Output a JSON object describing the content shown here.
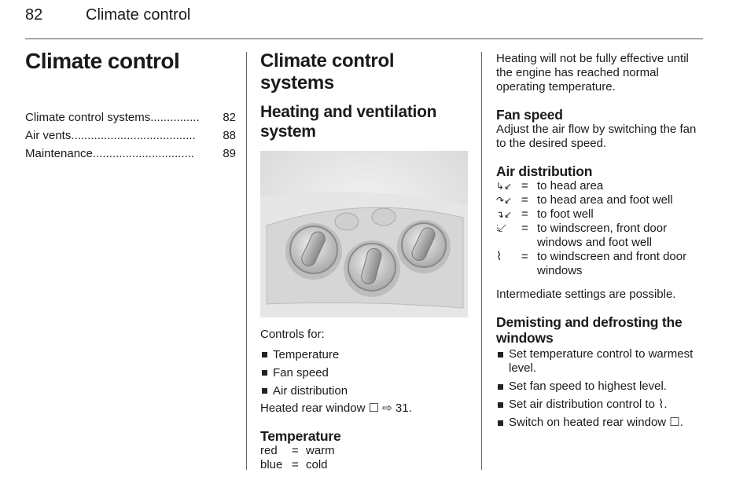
{
  "header": {
    "page_number": "82",
    "section": "Climate control"
  },
  "left": {
    "title": "Climate control",
    "toc": [
      {
        "label": "Climate control systems",
        "page": "82",
        "dots": " ..............."
      },
      {
        "label": "Air vents",
        "page": "88",
        "dots": " ......................................"
      },
      {
        "label": "Maintenance",
        "page": "89",
        "dots": " ..............................."
      }
    ]
  },
  "middle": {
    "title": "Climate control systems",
    "subtitle": "Heating and ventilation system",
    "controls_intro": "Controls for:",
    "controls": [
      "Temperature",
      "Fan speed",
      "Air distribution"
    ],
    "heated_rear": "Heated rear window ☐ ⇨ 31.",
    "temp_heading": "Temperature",
    "temp_rows": [
      {
        "color": "red",
        "eq": "=",
        "meaning": "warm"
      },
      {
        "color": "blue",
        "eq": "=",
        "meaning": "cold"
      }
    ]
  },
  "right": {
    "heating_note": "Heating will not be fully effective until the engine has reached normal operating temperature.",
    "fan_heading": "Fan speed",
    "fan_text": "Adjust the air flow by switching the fan to the desired speed.",
    "air_heading": "Air distribution",
    "air_rows": [
      {
        "icon": "↳↙",
        "eq": "=",
        "text": "to head area"
      },
      {
        "icon": "↷↙",
        "eq": "=",
        "text": "to head area and foot well"
      },
      {
        "icon": "↴↙",
        "eq": "=",
        "text": "to foot well"
      },
      {
        "icon": "⫶↙",
        "eq": "=",
        "text": "to windscreen, front door windows and foot well"
      },
      {
        "icon": "⌇",
        "eq": "=",
        "text": "to windscreen and front door windows"
      }
    ],
    "intermediate": "Intermediate settings are possible.",
    "demist_heading": "Demisting and defrosting the windows",
    "demist_steps": [
      "Set temperature control to warmest level.",
      "Set fan speed to highest level.",
      "Set air distribution control to ⌇.",
      "Switch on heated rear window ☐."
    ]
  },
  "image": {
    "icon": "climate-control-panel-illustration"
  }
}
